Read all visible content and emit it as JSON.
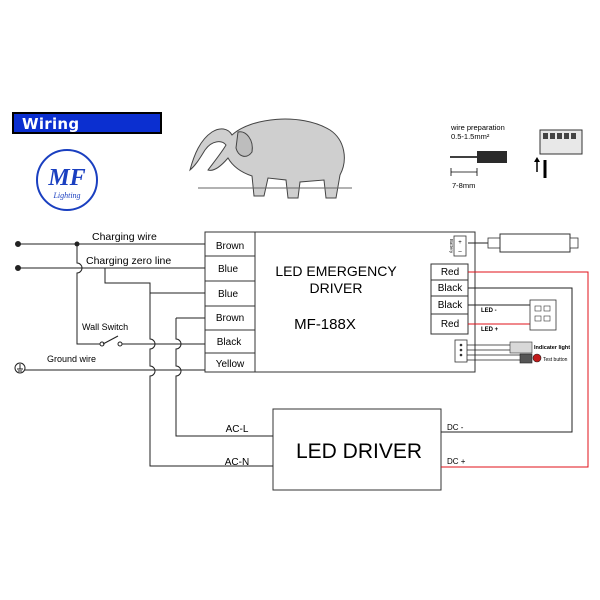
{
  "header": {
    "title": "Wiring Diagram:",
    "logo_text": "MF",
    "logo_subtext": "Lighting"
  },
  "wire_prep": {
    "label": "wire preparation",
    "gauge": "0.5-1.5mm²",
    "strip_length": "7-8mm"
  },
  "supply": {
    "charging_wire": "Charging wire",
    "charging_zero": "Charging zero line",
    "wall_switch": "Wall Switch",
    "ground": "Ground wire"
  },
  "emergency_driver": {
    "title_line1": "LED EMERGENCY",
    "title_line2": "DRIVER",
    "model": "MF-188X",
    "side_label": "Battery",
    "left_terminals": [
      "Brown",
      "Blue",
      "Blue",
      "Brown",
      "Black",
      "Yellow"
    ],
    "right_terminals": [
      "Red",
      "Black",
      "Black",
      "Red"
    ]
  },
  "accessories": {
    "led_minus": "LED -",
    "led_plus": "LED +",
    "indicator": "Indicater light",
    "test_button": "Test button"
  },
  "led_driver": {
    "title": "LED DRIVER",
    "ac_l": "AC-L",
    "ac_n": "AC-N",
    "dc_minus": "DC -",
    "dc_plus": "DC +"
  },
  "colors": {
    "banner": "#0b2fd0",
    "logo": "#1a3fc0",
    "wire": "#222222",
    "red_wire": "#e0101a"
  }
}
